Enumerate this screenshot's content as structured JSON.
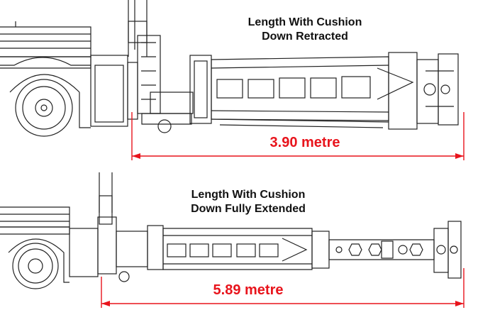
{
  "colors": {
    "line": "#222222",
    "dimension": "#e8141c",
    "background": "#ffffff"
  },
  "panels": [
    {
      "title_line1": "Length  With Cushion",
      "title_line2": "Down Retracted",
      "dimension": "3.90 metre"
    },
    {
      "title_line1": "Length  With Cushion",
      "title_line2": "Down Fully Extended",
      "dimension": "5.89 metre"
    }
  ]
}
